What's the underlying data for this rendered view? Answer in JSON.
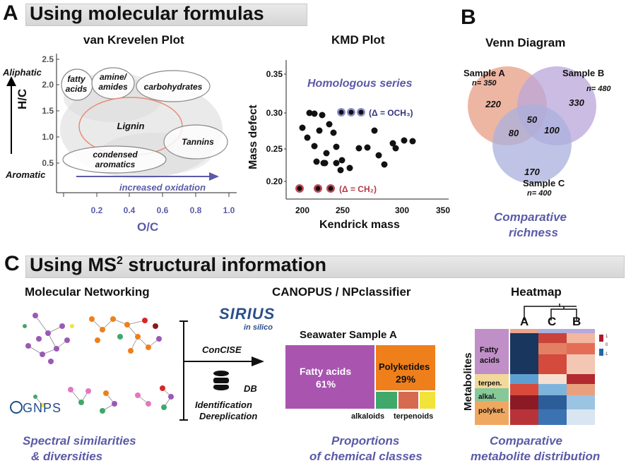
{
  "panel_a": {
    "letter": "A",
    "banner": "Using molecular formulas",
    "vk": {
      "title": "van Krevelen Plot",
      "ylabel": "H/C",
      "xlabel": "O/C",
      "aliphatic": "Aliphatic",
      "aromatic": "Aromatic",
      "oxidation": "increased oxidation",
      "yticks": [
        "2.5",
        "2.0",
        "1.5",
        "1.0",
        "0.5"
      ],
      "xticks": [
        "0.2",
        "0.4",
        "0.6",
        "0.8",
        "1.0"
      ],
      "regions": {
        "fatty": [
          "fatty",
          "acids"
        ],
        "amine": [
          "amine/",
          "amides"
        ],
        "carbs": "carbohydrates",
        "lignin": "Lignin",
        "tannins": "Tannins",
        "condensed": [
          "condensed",
          "aromatics"
        ]
      }
    },
    "kmd": {
      "title": "KMD Plot",
      "ylabel": "Mass defect",
      "xlabel": "Kendrick mass",
      "annotation": "Homologous series",
      "och3": "(Δ = OCH₃)",
      "ch2": "(Δ = CH₂)",
      "yticks": [
        "0.35",
        "0.30",
        "0.25",
        "0.20"
      ],
      "xticks": [
        "200",
        "250",
        "300",
        "350"
      ]
    }
  },
  "panel_b": {
    "letter": "B",
    "title": "Venn Diagram",
    "sample_a": "Sample A",
    "n_a": "n= 350",
    "sample_b": "Sample B",
    "n_b": "n= 480",
    "sample_c": "Sample C",
    "n_c": "n= 400",
    "values": {
      "a": "220",
      "b": "330",
      "c": "170",
      "ab": "50",
      "ac": "80",
      "bc": "100"
    },
    "caption": [
      "Comparative",
      "richness"
    ],
    "colors": {
      "a": "#e8a48c",
      "b": "#b9a6da",
      "c": "#a9b0de"
    }
  },
  "panel_c": {
    "letter": "C",
    "banner_main": "Using MS",
    "banner_sup": "2",
    "banner_rest": " structural information",
    "network": {
      "title": "Molecular Networking",
      "gnps": "GNPS",
      "caption": [
        "Spectral similarities",
        "& diversities"
      ]
    },
    "middle": {
      "sirius": "SIRIUS",
      "in_silico": "in silico",
      "concise": "ConCISE",
      "db": "DB",
      "ident": [
        "Identification",
        "Dereplication"
      ]
    },
    "canopus": {
      "title": "CANOPUS / NPclassifier",
      "sample": "Seawater Sample A",
      "fatty": [
        "Fatty acids",
        "61%"
      ],
      "polyketides": [
        "Polyketides",
        "29%"
      ],
      "alkaloids": "alkaloids",
      "terpenoids": "terpenoids",
      "caption": [
        "Proportions",
        "of chemical classes"
      ],
      "colors": {
        "fatty": "#a955b0",
        "polyketides": "#ef7f1a",
        "alkaloids": "#3fa86a",
        "terpenoids": "#d66a4e",
        "other": "#f1e33a"
      }
    },
    "heatmap": {
      "title": "Heatmap",
      "cols": [
        "A",
        "C",
        "B"
      ],
      "ylabel": "Metabolites",
      "groups": [
        "Fatty",
        "acids",
        "terpen.",
        "alkal.",
        "polyket."
      ],
      "legend_ticks": [
        "1",
        "0",
        "-1"
      ],
      "caption": [
        "Comparative",
        "metabolite distribution"
      ]
    }
  }
}
